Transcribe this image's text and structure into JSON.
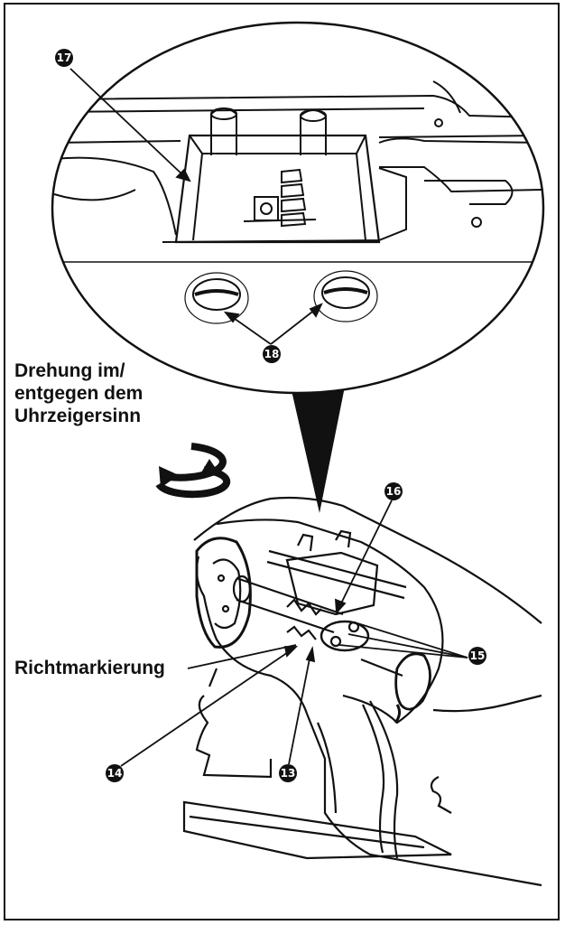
{
  "labels": {
    "rotation": "Drehung im/\nentgegen dem\nUhrzeigersinn",
    "direction_mark": "Richtmarkierung"
  },
  "callouts": {
    "c13": "13",
    "c14": "14",
    "c15": "15",
    "c16": "16",
    "c17": "17",
    "c18": "18"
  },
  "colors": {
    "ink": "#111111",
    "paper": "#ffffff"
  },
  "icons": {
    "rotation": "rotate-arrows-icon"
  }
}
